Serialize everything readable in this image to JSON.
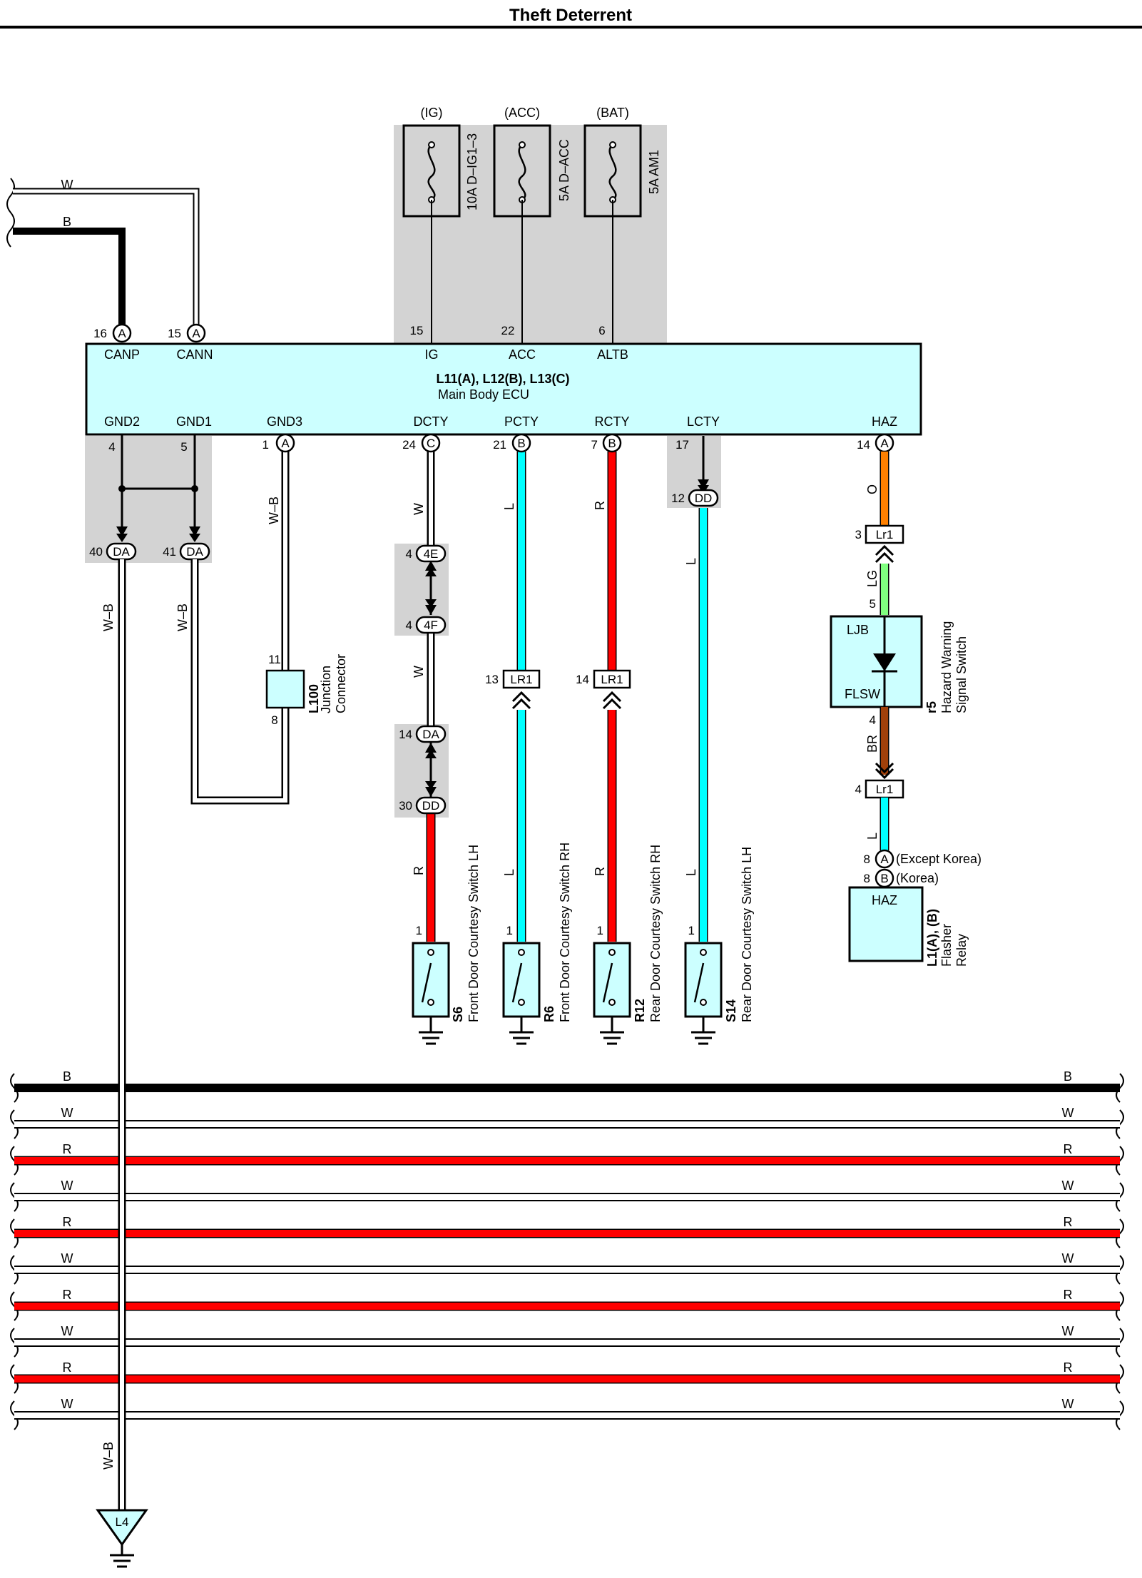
{
  "title": "Theft Deterrent",
  "colors": {
    "ecu_fill": "#ccffff",
    "shade": "#d3d3d3",
    "cyan": "#00ffff",
    "red": "#ff0000",
    "orange": "#ff8000",
    "lightgreen": "#80ff80",
    "brown": "#a0400a",
    "black": "#000000"
  },
  "fuses": [
    {
      "supply": "(IG)",
      "name": "10A D–IG1–3",
      "pin": "15",
      "ecu_signal": "IG"
    },
    {
      "supply": "(ACC)",
      "name": "5A D–ACC",
      "pin": "22",
      "ecu_signal": "ACC"
    },
    {
      "supply": "(BAT)",
      "name": "5A AM1",
      "pin": "6",
      "ecu_signal": "ALTB"
    }
  ],
  "ecu": {
    "name": "L11(A), L12(B), L13(C)",
    "desc": "Main Body ECU",
    "top_pins": [
      {
        "num": "16",
        "conn": "A",
        "signal": "CANP"
      },
      {
        "num": "15",
        "conn": "A",
        "signal": "CANN"
      }
    ],
    "bottom_pins": [
      {
        "num": "4",
        "conn": "",
        "signal": "GND2"
      },
      {
        "num": "5",
        "conn": "",
        "signal": "GND1"
      },
      {
        "num": "1",
        "conn": "A",
        "signal": "GND3"
      },
      {
        "num": "24",
        "conn": "C",
        "signal": "DCTY"
      },
      {
        "num": "21",
        "conn": "B",
        "signal": "PCTY"
      },
      {
        "num": "7",
        "conn": "B",
        "signal": "RCTY"
      },
      {
        "num": "17",
        "conn": "",
        "signal": "LCTY"
      },
      {
        "num": "14",
        "conn": "A",
        "signal": "HAZ"
      }
    ]
  },
  "can_wires": {
    "canp": "B",
    "cann": "W"
  },
  "ground_connectors": [
    {
      "pin": "40",
      "conn": "DA"
    },
    {
      "pin": "41",
      "conn": "DA"
    }
  ],
  "junction": {
    "id": "L100",
    "name": "Junction",
    "name2": "Connector",
    "pin_top": "11",
    "pin_bottom": "8"
  },
  "inline": {
    "dd12": {
      "pin": "12",
      "conn": "DD"
    },
    "e4": {
      "pin": "4",
      "conn": "4E"
    },
    "f4": {
      "pin": "4",
      "conn": "4F"
    },
    "da14": {
      "pin": "14",
      "conn": "DA"
    },
    "dd30": {
      "pin": "30",
      "conn": "DD"
    },
    "lr1_13": {
      "pin": "13",
      "conn": "LR1"
    },
    "lr1_14": {
      "pin": "14",
      "conn": "LR1"
    },
    "lr1_3": {
      "pin": "3",
      "conn": "Lr1"
    },
    "lr1_5": {
      "pin": "5"
    },
    "lr1_4a": {
      "pin": "4"
    },
    "lr1_4b": {
      "pin": "4",
      "conn": "Lr1"
    }
  },
  "wire_colors": {
    "gnd": "W–B",
    "dcty1": "W",
    "dcty2": "W",
    "dcty3": "R",
    "pcty1": "L",
    "pcty2": "L",
    "rcty1": "R",
    "rcty2": "R",
    "lcty": "L",
    "lcty2": "L",
    "haz1": "O",
    "haz2": "LG",
    "haz3": "BR",
    "haz4": "L"
  },
  "switches": [
    {
      "id": "S6",
      "name": "Front Door Courtesy Switch LH",
      "pin": "1"
    },
    {
      "id": "R6",
      "name": "Front Door Courtesy Switch RH",
      "pin": "1"
    },
    {
      "id": "R12",
      "name": "Rear Door Courtesy Switch RH",
      "pin": "1"
    },
    {
      "id": "S14",
      "name": "Rear Door Courtesy Switch LH",
      "pin": "1"
    }
  ],
  "hazard_switch": {
    "id": "r5",
    "name": "Hazard Warning",
    "name2": "Signal Switch",
    "ljb": "LJB",
    "flsw": "FLSW"
  },
  "flasher": {
    "id": "L1(A), (B)",
    "name": "Flasher",
    "name2": "Relay",
    "label": "HAZ",
    "pin_a": "8",
    "conn_a": "A",
    "note_a": "(Except Korea)",
    "pin_b": "8",
    "conn_b": "B",
    "note_b": "(Korea)"
  },
  "bus_wires": [
    {
      "label": "B"
    },
    {
      "label": "W"
    },
    {
      "label": "R"
    },
    {
      "label": "W"
    },
    {
      "label": "R"
    },
    {
      "label": "W"
    },
    {
      "label": "R"
    },
    {
      "label": "W"
    },
    {
      "label": "R"
    },
    {
      "label": "W"
    }
  ],
  "ground_point": "L4"
}
